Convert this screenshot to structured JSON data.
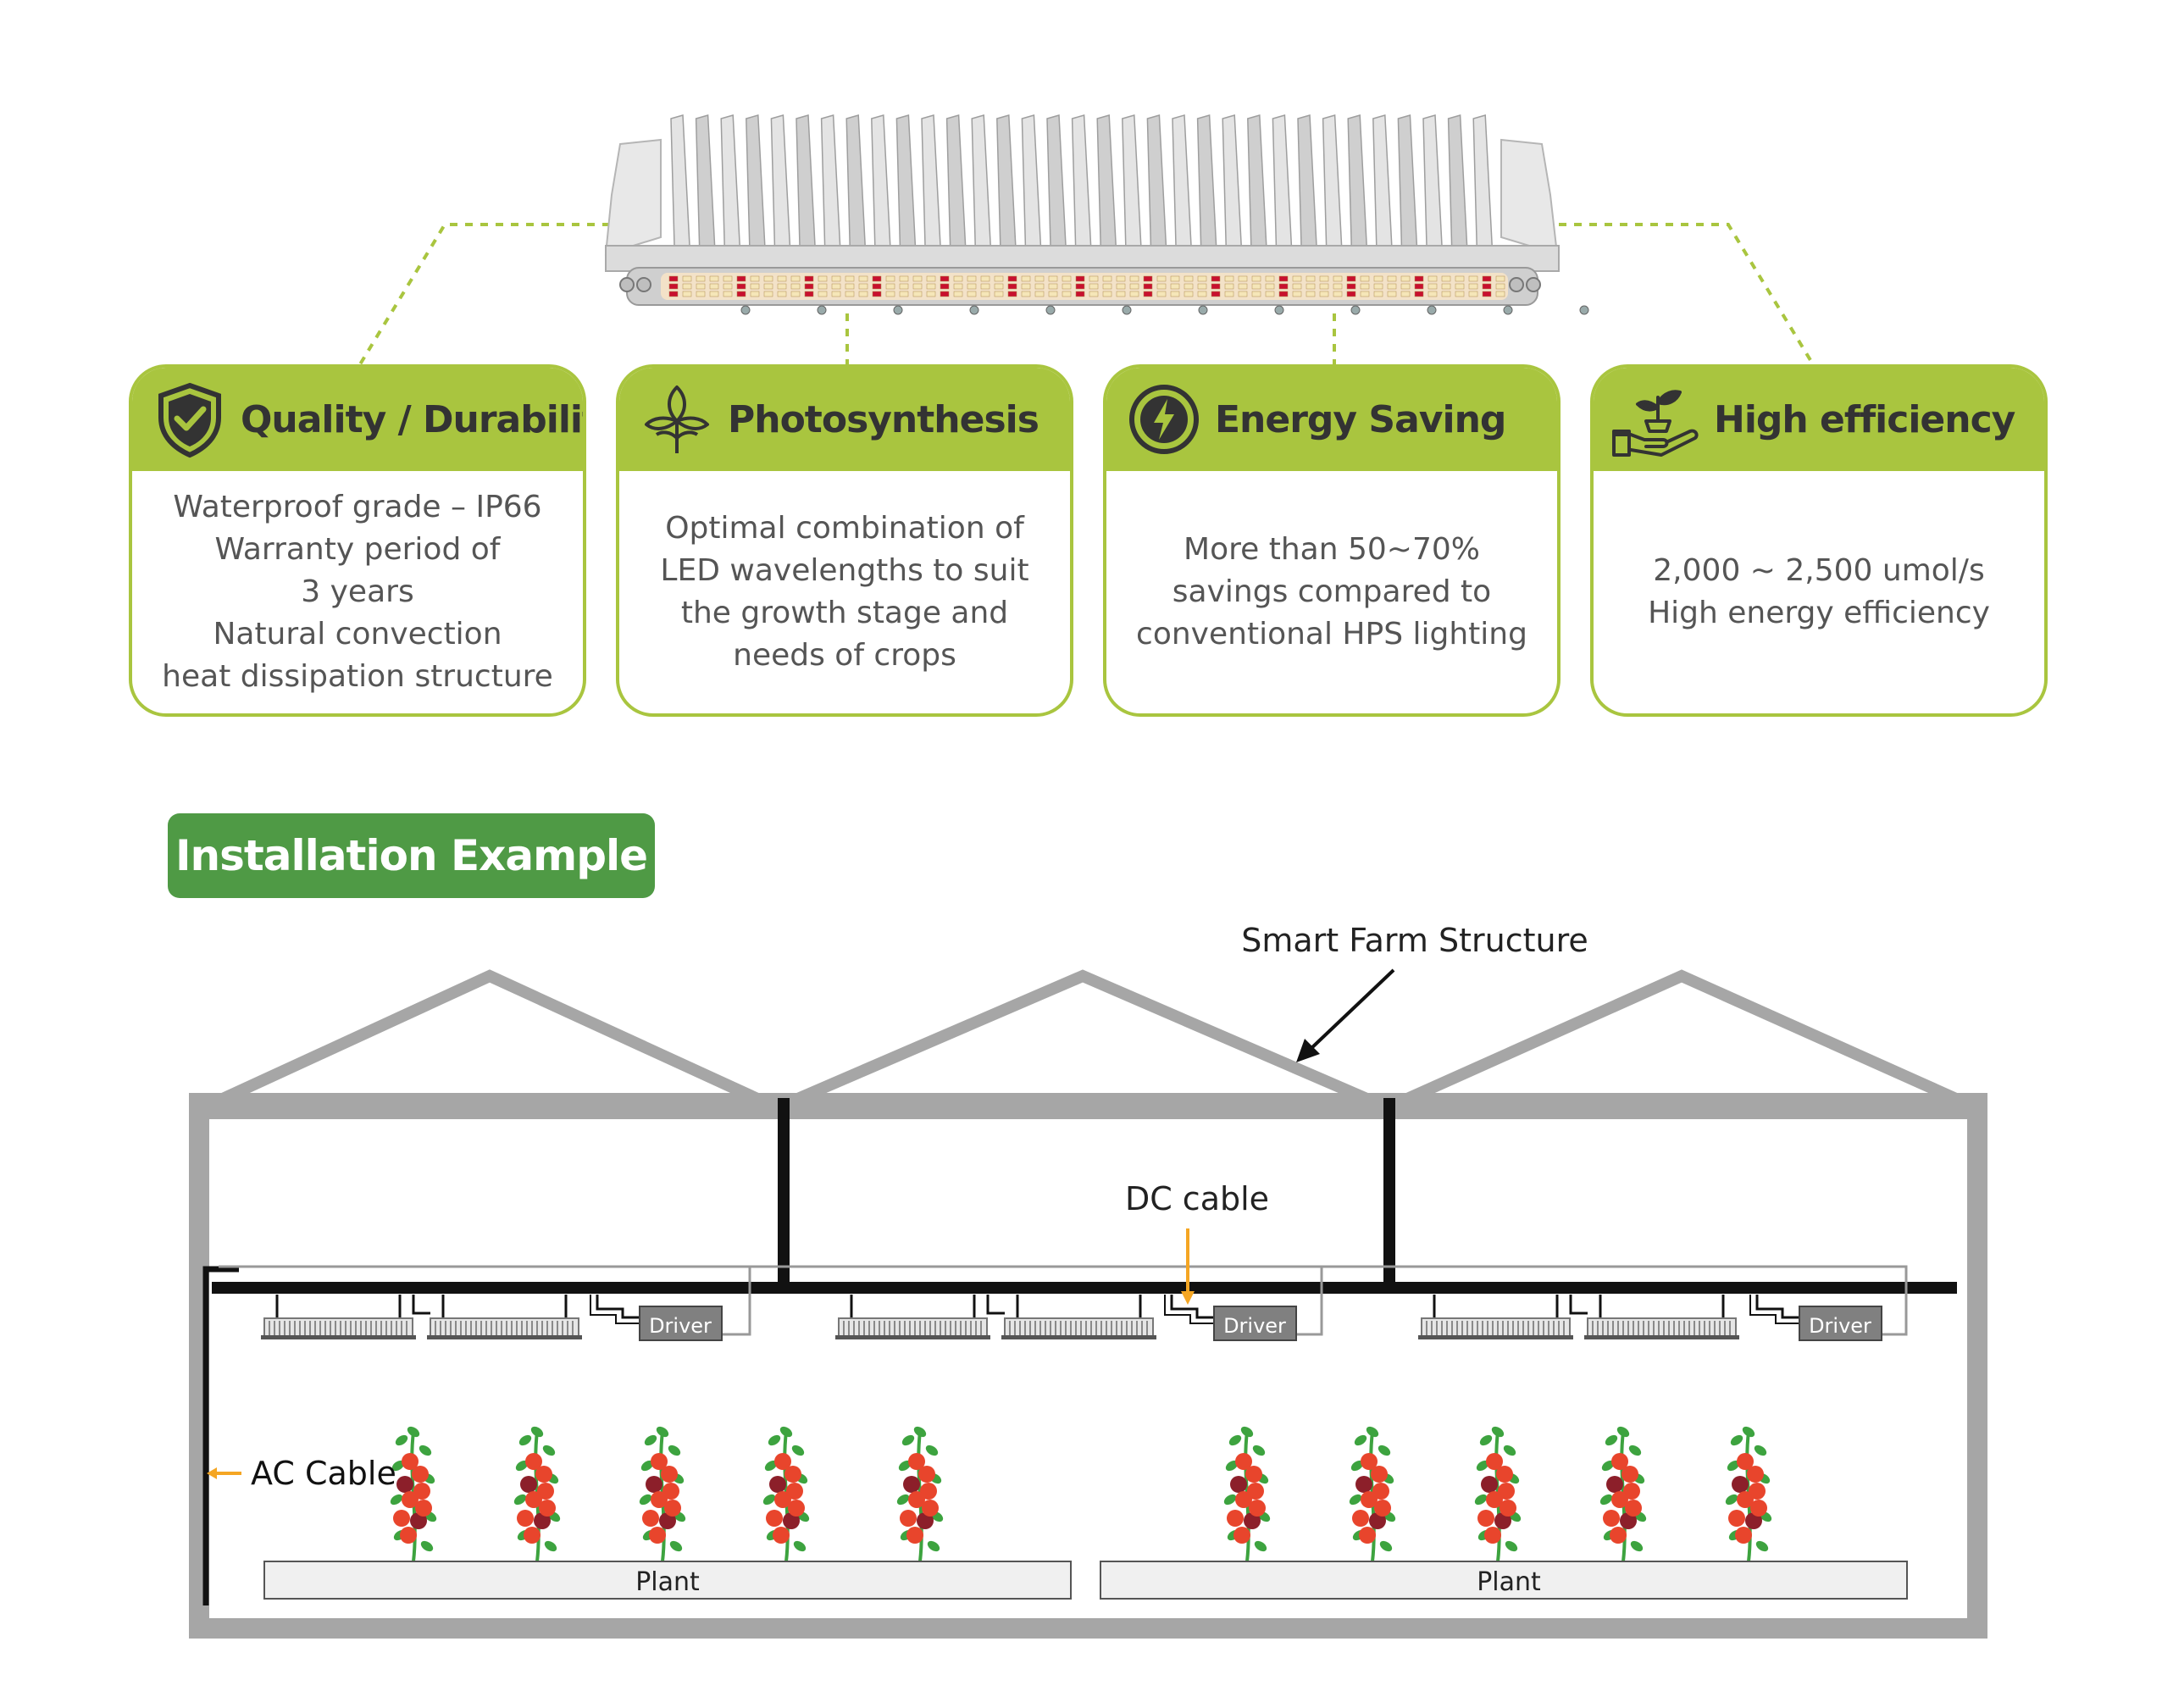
{
  "features": [
    {
      "title": "Quality / Durability",
      "icon": "shield-check-icon",
      "lines": [
        "Waterproof grade – IP66",
        "Warranty period of",
        "3 years",
        "Natural convection",
        "heat dissipation structure"
      ]
    },
    {
      "title": "Photosynthesis",
      "icon": "leaf-plant-icon",
      "lines": [
        "Optimal combination of",
        "LED wavelengths to suit",
        "the growth stage and",
        "needs of crops"
      ]
    },
    {
      "title": "Energy Saving",
      "icon": "lightning-circle-icon",
      "lines": [
        "More than 50~70%",
        "savings compared to",
        "conventional HPS lighting"
      ]
    },
    {
      "title": "High efficiency",
      "icon": "hand-sprout-icon",
      "lines": [
        "2,000 ~ 2,500 umol/s",
        "High energy efficiency"
      ]
    }
  ],
  "installation": {
    "heading": "Installation Example",
    "structure_label": "Smart Farm Structure",
    "dc_cable_label": "DC cable",
    "ac_cable_label": "AC Cable",
    "driver_label": "Driver",
    "plant_label": "Plant"
  },
  "colors": {
    "card_green": "#a9c53f",
    "heading_green": "#4f9a45",
    "frame_gray": "#a6a6a6",
    "arrow_orange": "#f5a623",
    "tomato_red": "#e8452c",
    "tomato_dark": "#8c1f2a",
    "leaf_green": "#3da33f"
  }
}
